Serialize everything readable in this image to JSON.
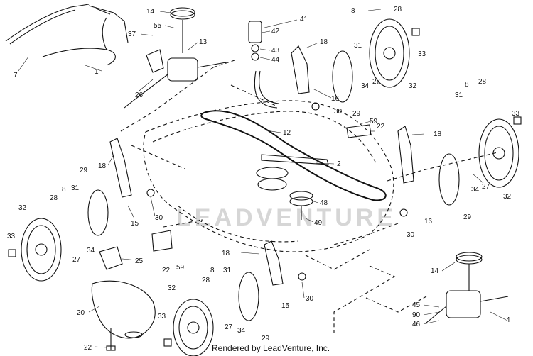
{
  "diagram": {
    "watermark": "LEADVENTURE",
    "credit": "Rendered by LeadVenture, Inc.",
    "callouts": {
      "c7": "7",
      "c1": "1",
      "c14a": "14",
      "c37": "37",
      "c55": "55",
      "c13": "13",
      "c26": "26",
      "c41": "41",
      "c42": "42",
      "c43": "43",
      "c44": "44",
      "c18a": "18",
      "c16a": "16",
      "c30a": "30",
      "c29a": "29",
      "c8a": "8",
      "c28a": "28",
      "c31a": "31",
      "c33a": "33",
      "c34a": "34",
      "c27a": "27",
      "c32a": "32",
      "c12": "12",
      "c2": "2",
      "c48": "48",
      "c49": "49",
      "c59a": "59",
      "c22a": "22",
      "c18b": "18",
      "c16b": "16",
      "c30b": "30",
      "c29b": "29",
      "c31b": "31",
      "c8b": "8",
      "c28b": "28",
      "c33b": "33",
      "c34b": "34",
      "c27b": "27",
      "c32b": "32",
      "c18c": "18",
      "c29c": "29",
      "c15a": "15",
      "c30c": "30",
      "c28c": "28",
      "c8c": "8",
      "c31c": "31",
      "c32c": "32",
      "c33c": "33",
      "c34c": "34",
      "c27c": "27",
      "c25": "25",
      "c22b": "22",
      "c59b": "59",
      "c18d": "18",
      "c15b": "15",
      "c30d": "30",
      "c8d": "8",
      "c31d": "31",
      "c28d": "28",
      "c32d": "32",
      "c33d": "33",
      "c27d": "27",
      "c34d": "34",
      "c29d": "29",
      "c20": "20",
      "c22c": "22",
      "c14b": "14",
      "c45": "45",
      "c90": "90",
      "c46": "46",
      "c4": "4"
    }
  }
}
